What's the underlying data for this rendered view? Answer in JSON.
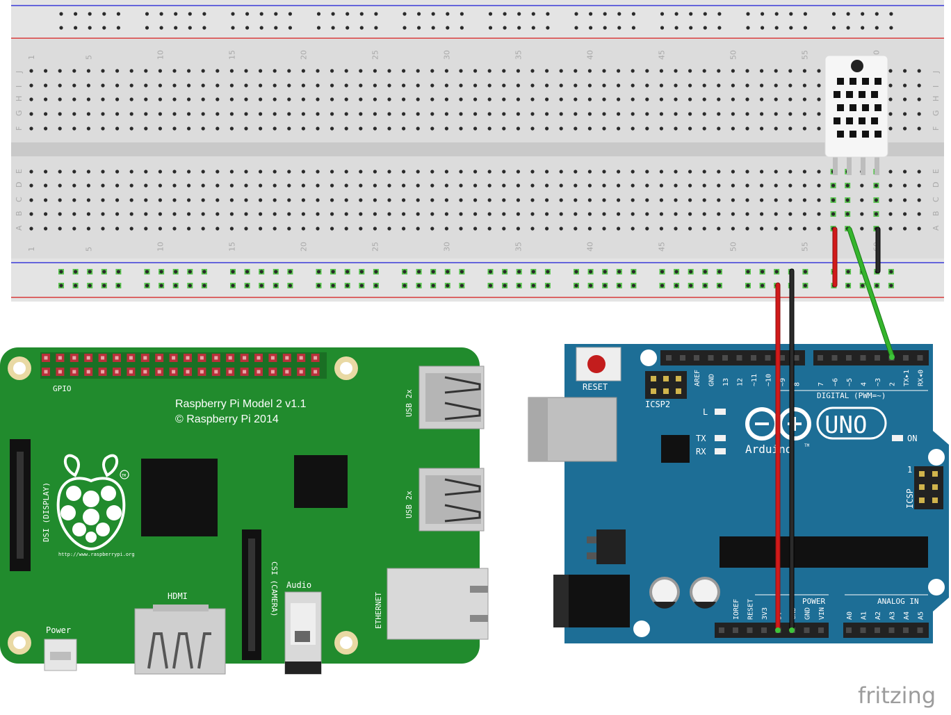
{
  "raspberry_pi": {
    "model": "Raspberry Pi Model 2 v1.1",
    "copyright": "© Raspberry Pi 2014",
    "gpio": "GPIO",
    "usb_1": "USB 2x",
    "usb_2": "USB 2x",
    "ethernet": "ETHERNET",
    "audio": "Audio",
    "hdmi": "HDMI",
    "power": "Power",
    "dsi": "DSI (DISPLAY)",
    "csi": "CSI (CAMERA)",
    "url": "http://www.raspberrypi.org",
    "tm": "TM"
  },
  "arduino": {
    "reset": "RESET",
    "icsp2": "ICSP2",
    "icsp": "ICSP",
    "icsp_pin": "1",
    "digital": "DIGITAL (PWM=~)",
    "uno": "UNO",
    "brand": "Arduino",
    "tm": "TM",
    "led_l": "L",
    "tx": "TX",
    "rx": "RX",
    "on": "ON",
    "power": "POWER",
    "analog_in": "ANALOG IN",
    "top_pins": [
      "AREF",
      "GND",
      "13",
      "12",
      "~11",
      "~10",
      "~9",
      "8",
      "7",
      "~6",
      "~5",
      "4",
      "~3",
      "2",
      "TX▸1",
      "RX◂0"
    ],
    "bottom_power_pins": [
      "IOREF",
      "RESET",
      "3V3",
      "5V",
      "GND",
      "GND",
      "VIN"
    ],
    "analog_pins": [
      "A0",
      "A1",
      "A2",
      "A3",
      "A4",
      "A5"
    ]
  },
  "breadboard": {
    "column_numbers": [
      "1",
      "5",
      "10",
      "15",
      "20",
      "25",
      "30",
      "35",
      "40",
      "45",
      "50",
      "55",
      "60"
    ],
    "top_rows": [
      "J",
      "I",
      "H",
      "G",
      "F"
    ],
    "bottom_rows": [
      "E",
      "D",
      "C",
      "B",
      "A"
    ]
  },
  "watermark": "fritzing",
  "colors": {
    "pi_board": "#218b2d",
    "arduino_board": "#1d6e96",
    "breadboard": "#dcdcdc",
    "wire_red": "#cf1717",
    "wire_black": "#222222",
    "wire_green": "#34b02c"
  }
}
